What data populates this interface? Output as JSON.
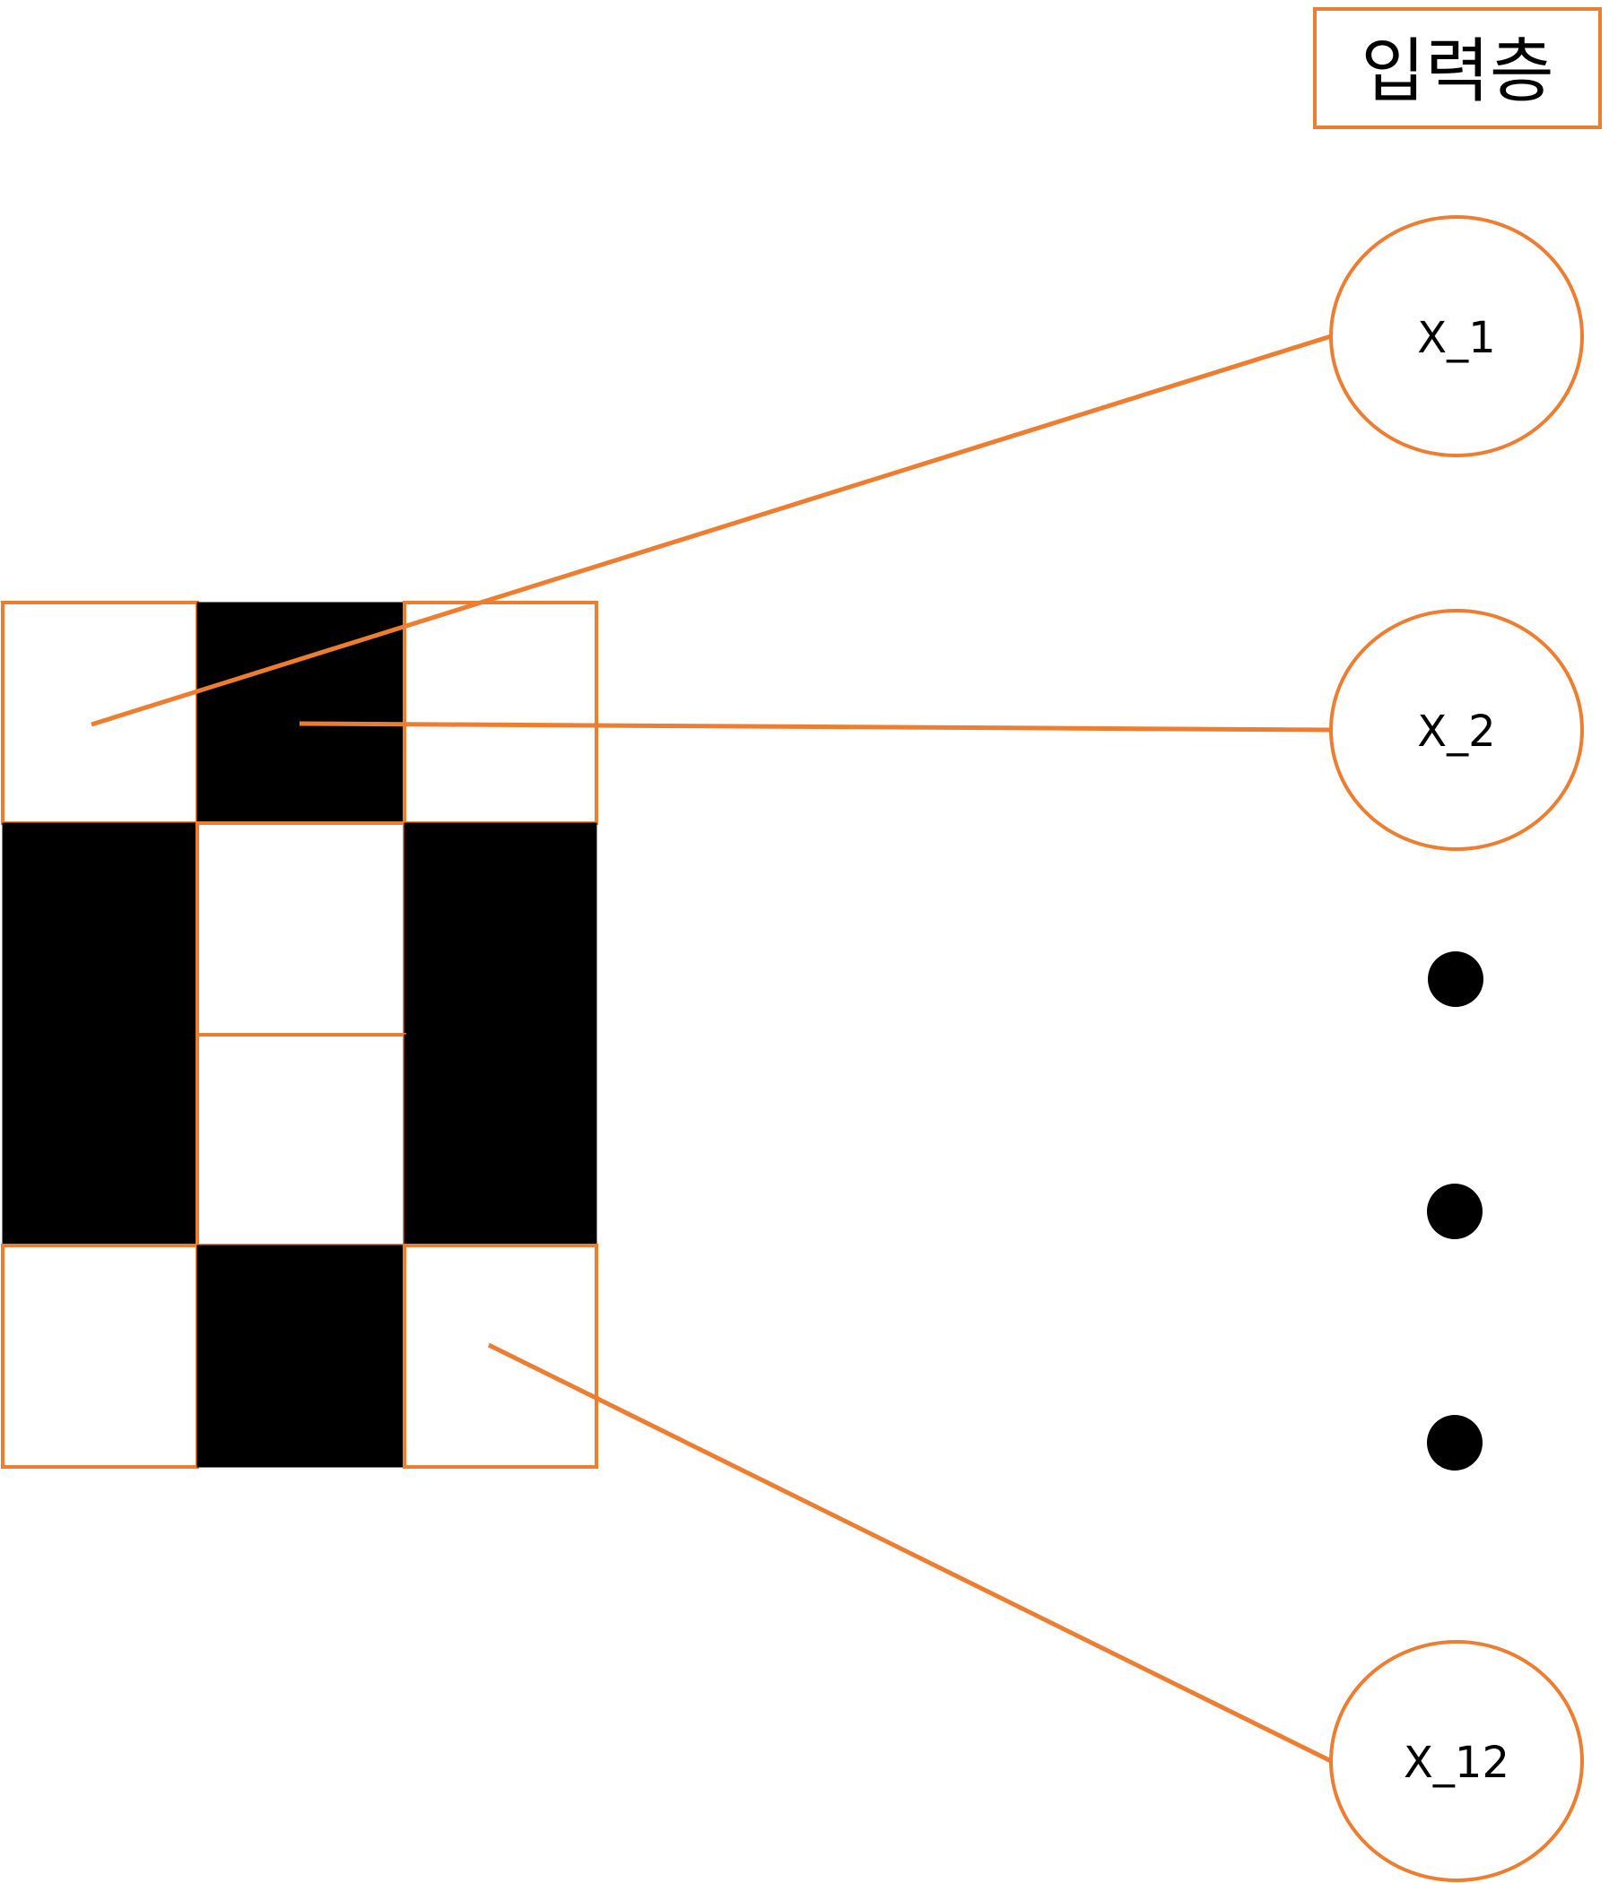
{
  "title": "입력층",
  "grid": {
    "rows": 4,
    "cols": 3,
    "cells": [
      [
        0,
        1,
        0
      ],
      [
        1,
        0,
        1
      ],
      [
        1,
        0,
        1
      ],
      [
        0,
        1,
        0
      ]
    ]
  },
  "nodes": [
    {
      "label": "X_1"
    },
    {
      "label": "X_2"
    },
    {
      "label": "X_12"
    }
  ],
  "colors": {
    "accent": "#ED7D31",
    "filled_cell": "#000000",
    "empty_cell": "#FFFFFF"
  }
}
